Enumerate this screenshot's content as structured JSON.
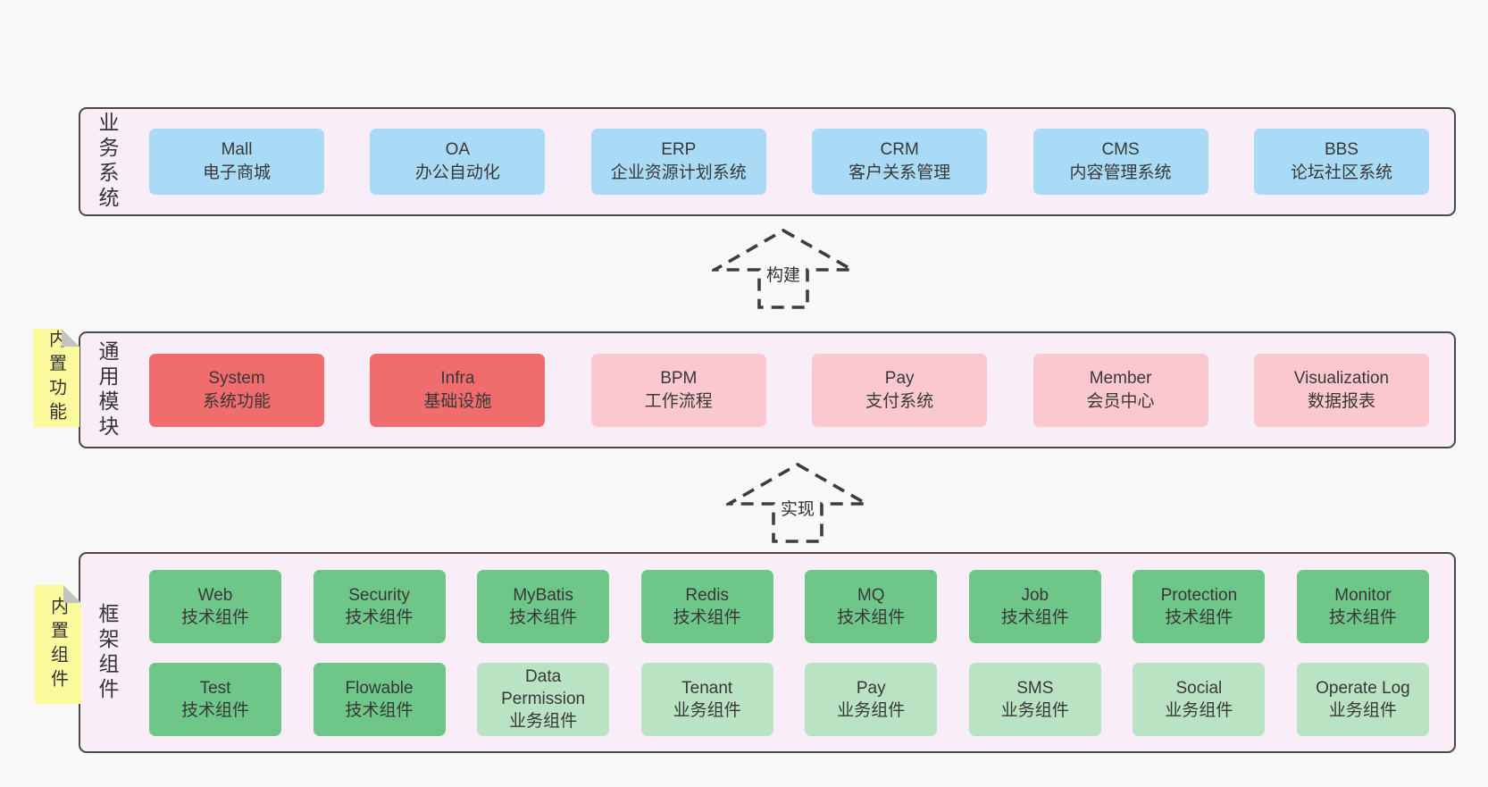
{
  "colors": {
    "page_bg": "#f8f8f8",
    "band_bg": "#f9eef7",
    "band_border": "#494949",
    "box_blue": "#aadbf6",
    "box_red": "#f16c6c",
    "box_pink": "#fcc8d0",
    "box_green": "#6ec688",
    "box_green_light": "#b9e3c3",
    "sticky_yellow": "#fbfa9d",
    "sticky_fold_gray": "#c3c3c3",
    "text": "#383838"
  },
  "band1": {
    "label": "业务系统",
    "items": [
      {
        "en": "Mall",
        "zh": "电子商城"
      },
      {
        "en": "OA",
        "zh": "办公自动化"
      },
      {
        "en": "ERP",
        "zh": "企业资源计划系统"
      },
      {
        "en": "CRM",
        "zh": "客户关系管理"
      },
      {
        "en": "CMS",
        "zh": "内容管理系统"
      },
      {
        "en": "BBS",
        "zh": "论坛社区系统"
      }
    ]
  },
  "arrow1": {
    "label": "构建"
  },
  "band2": {
    "label": "通用模块",
    "sticky": "内置功能",
    "items": [
      {
        "en": "System",
        "zh": "系统功能"
      },
      {
        "en": "Infra",
        "zh": "基础设施"
      },
      {
        "en": "BPM",
        "zh": "工作流程"
      },
      {
        "en": "Pay",
        "zh": "支付系统"
      },
      {
        "en": "Member",
        "zh": "会员中心"
      },
      {
        "en": "Visualization",
        "zh": "数据报表"
      }
    ]
  },
  "arrow2": {
    "label": "实现"
  },
  "band3": {
    "label": "框架组件",
    "sticky": "内置组件",
    "row1": [
      {
        "en": "Web",
        "zh": "技术组件"
      },
      {
        "en": "Security",
        "zh": "技术组件"
      },
      {
        "en": "MyBatis",
        "zh": "技术组件"
      },
      {
        "en": "Redis",
        "zh": "技术组件"
      },
      {
        "en": "MQ",
        "zh": "技术组件"
      },
      {
        "en": "Job",
        "zh": "技术组件"
      },
      {
        "en": "Protection",
        "zh": "技术组件"
      },
      {
        "en": "Monitor",
        "zh": "技术组件"
      }
    ],
    "row2": [
      {
        "en": "Test",
        "zh": "技术组件"
      },
      {
        "en": "Flowable",
        "zh": "技术组件"
      },
      {
        "en": "Data Permission",
        "zh": "业务组件"
      },
      {
        "en": "Tenant",
        "zh": "业务组件"
      },
      {
        "en": "Pay",
        "zh": "业务组件"
      },
      {
        "en": "SMS",
        "zh": "业务组件"
      },
      {
        "en": "Social",
        "zh": "业务组件"
      },
      {
        "en": "Operate Log",
        "zh": "业务组件"
      }
    ]
  }
}
